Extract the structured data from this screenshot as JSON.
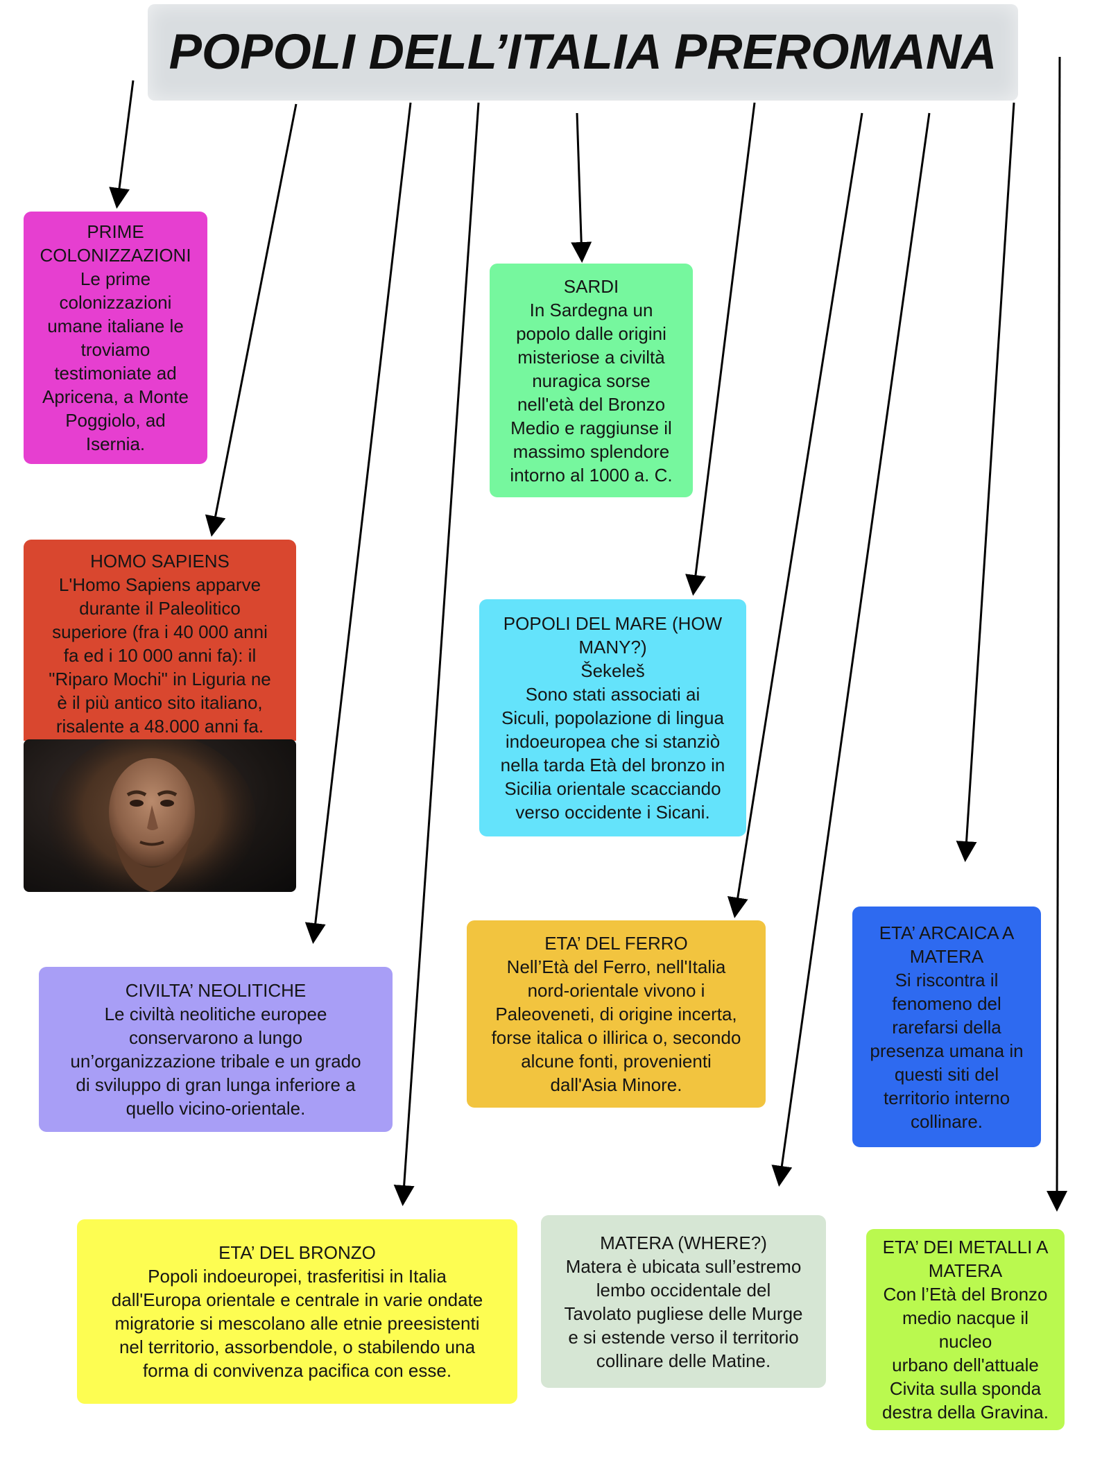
{
  "title": "POPOLI DELL’ITALIA PREROMANA",
  "colors": {
    "prime": "#e63fd0",
    "homo": "#d9472f",
    "neolitiche": "#a89ef6",
    "bronzo": "#fdfd52",
    "sardi": "#76f79e",
    "mare": "#64e3fb",
    "ferro": "#f2c43f",
    "matera_where": "#d6e6d4",
    "arcaica": "#2e6af0",
    "metalli": "#baf94f"
  },
  "image": {
    "subject": "homo-sapiens-face"
  },
  "boxes": {
    "prime": {
      "heading": "PRIME\nCOLONIZZAZIONI",
      "text": "Le prime\ncolonizzazioni\numane italiane le\ntroviamo\ntestimoniate ad\nApricena, a Monte\nPoggiolo, ad\nIsernia."
    },
    "homo": {
      "heading": "HOMO SAPIENS",
      "text": "L'Homo Sapiens apparve\ndurante il Paleolitico\nsuperiore (fra i 40 000 anni\nfa ed i 10 000 anni fa): il\n\"Riparo Mochi\" in Liguria ne\nè il più antico sito italiano,\nrisalente a 48.000 anni fa."
    },
    "neolitiche": {
      "heading": "CIVILTA’ NEOLITICHE",
      "text": "Le civiltà neolitiche europee\nconservarono a lungo\nun’organizzazione tribale e un grado\ndi sviluppo di gran lunga inferiore a\nquello vicino-orientale."
    },
    "bronzo": {
      "heading": "ETA’ DEL BRONZO",
      "text": "Popoli indoeuropei, trasferitisi in Italia\ndall'Europa orientale e centrale in varie ondate\nmigratorie si mescolano alle etnie preesistenti\nnel territorio, assorbendole, o stabilendo una\nforma di convivenza pacifica con esse."
    },
    "sardi": {
      "heading": "SARDI",
      "text": "In Sardegna un\npopolo dalle origini\nmisteriose a civiltà\nnuragica sorse\nnell'età del Bronzo\nMedio e raggiunse il\nmassimo splendore\nintorno al 1000 a. C."
    },
    "mare": {
      "heading": "POPOLI DEL MARE (HOW\nMANY?)\nŠekeleš",
      "text": "Sono stati associati ai\nSiculi, popolazione di lingua\nindoeuropea che si stanziò\nnella tarda Età del bronzo in\nSicilia orientale scacciando\nverso occidente i Sicani."
    },
    "ferro": {
      "heading": "ETA’ DEL FERRO",
      "text": "Nell’Età del Ferro, nell'Italia\nnord-orientale vivono i\nPaleoveneti, di origine incerta,\nforse italica o illirica o, secondo\nalcune fonti, provenienti\ndall'Asia Minore."
    },
    "matera_where": {
      "heading": "MATERA (WHERE?)",
      "text": "Matera è ubicata sull’estremo\nlembo occidentale del\nTavolato pugliese delle Murge\ne si estende verso il territorio\ncollinare delle Matine."
    },
    "arcaica": {
      "heading": "ETA’ ARCAICA A\nMATERA",
      "text": "Si riscontra il\nfenomeno del\nrarefarsi della\npresenza umana in\nquesti siti del\nterritorio interno\ncollinare."
    },
    "metalli": {
      "heading": "ETA’ DEI METALLI A\nMATERA",
      "text": "Con l’Età del Bronzo\nmedio nacque il nucleo\nurbano  dell'attuale\nCivita sulla sponda\ndestra della Gravina."
    }
  }
}
